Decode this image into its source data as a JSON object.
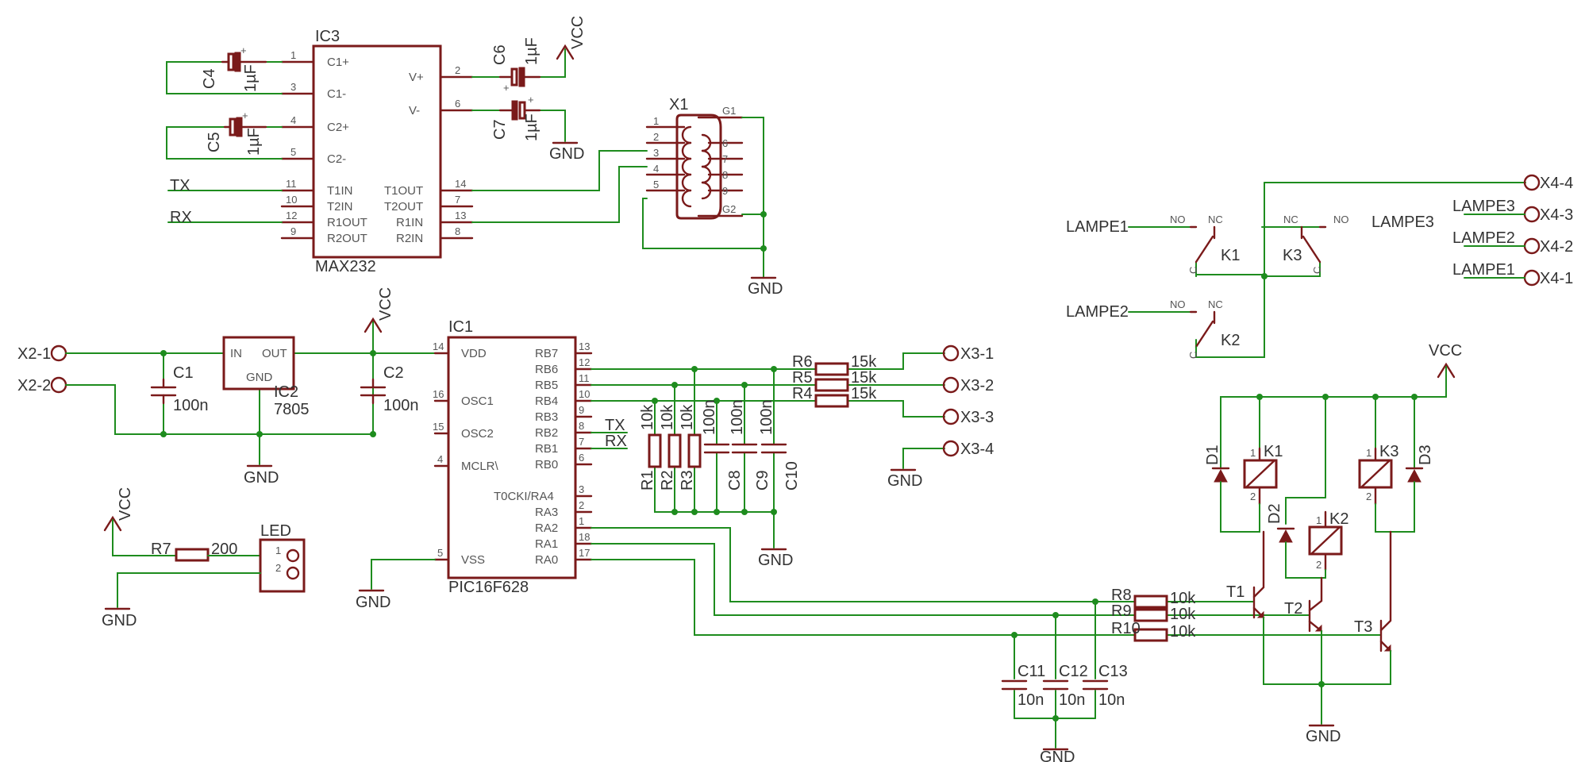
{
  "colors": {
    "wire": "#1e8c1e",
    "part": "#7a1a1a",
    "text": "#333333",
    "pin_text": "#555555",
    "background": "#ffffff"
  },
  "ic3": {
    "name": "IC3",
    "value": "MAX232",
    "left_pins": [
      {
        "no": "1",
        "name": "C1+"
      },
      {
        "no": "3",
        "name": "C1-"
      },
      {
        "no": "4",
        "name": "C2+"
      },
      {
        "no": "5",
        "name": "C2-"
      },
      {
        "no": "11",
        "name": "T1IN"
      },
      {
        "no": "10",
        "name": "T2IN"
      },
      {
        "no": "12",
        "name": "R1OUT"
      },
      {
        "no": "9",
        "name": "R2OUT"
      }
    ],
    "right_pins": [
      {
        "no": "2",
        "name": "V+"
      },
      {
        "no": "6",
        "name": "V-"
      },
      {
        "no": "14",
        "name": "T1OUT"
      },
      {
        "no": "7",
        "name": "T2OUT"
      },
      {
        "no": "13",
        "name": "R1IN"
      },
      {
        "no": "8",
        "name": "R2IN"
      }
    ]
  },
  "ic1": {
    "name": "IC1",
    "value": "PIC16F628",
    "left_pins": [
      {
        "no": "14",
        "name": "VDD"
      },
      {
        "no": "16",
        "name": "OSC1"
      },
      {
        "no": "15",
        "name": "OSC2"
      },
      {
        "no": "4",
        "name": "MCLR\\"
      },
      {
        "no": "5",
        "name": "VSS"
      }
    ],
    "right_pins": [
      {
        "no": "13",
        "name": "RB7"
      },
      {
        "no": "12",
        "name": "RB6"
      },
      {
        "no": "11",
        "name": "RB5"
      },
      {
        "no": "10",
        "name": "RB4"
      },
      {
        "no": "9",
        "name": "RB3"
      },
      {
        "no": "8",
        "name": "RB2"
      },
      {
        "no": "7",
        "name": "RB1"
      },
      {
        "no": "6",
        "name": "RB0"
      },
      {
        "no": "3",
        "name": "T0CKI/RA4"
      },
      {
        "no": "2",
        "name": "RA3"
      },
      {
        "no": "1",
        "name": "RA2"
      },
      {
        "no": "18",
        "name": "RA1"
      },
      {
        "no": "17",
        "name": "RA0"
      }
    ]
  },
  "ic2": {
    "name": "IC2",
    "value": "7805",
    "pin_in": "IN",
    "pin_out": "OUT",
    "pin_gnd": "GND"
  },
  "x1": {
    "name": "X1",
    "left_pins": [
      "1",
      "2",
      "3",
      "4",
      "5"
    ],
    "right_pins": [
      "6",
      "7",
      "8",
      "9"
    ],
    "g1": "G1",
    "g2": "G2"
  },
  "led": {
    "name": "LED",
    "pin1": "1",
    "pin2": "2"
  },
  "signals": {
    "tx": "TX",
    "rx": "RX",
    "vcc": "VCC",
    "gnd": "GND"
  },
  "connectors": {
    "x2_1": "X2-1",
    "x2_2": "X2-2",
    "x3_1": "X3-1",
    "x3_2": "X3-2",
    "x3_3": "X3-3",
    "x3_4": "X3-4",
    "x4_1": "X4-1",
    "x4_2": "X4-2",
    "x4_3": "X4-3",
    "x4_4": "X4-4"
  },
  "capacitors": {
    "c1": {
      "name": "C1",
      "value": "100n"
    },
    "c2": {
      "name": "C2",
      "value": "100n"
    },
    "c4": {
      "name": "C4",
      "value": "1µF"
    },
    "c5": {
      "name": "C5",
      "value": "1µF"
    },
    "c6": {
      "name": "C6",
      "value": "1µF"
    },
    "c7": {
      "name": "C7",
      "value": "1µF"
    },
    "c8": {
      "name": "C8",
      "value": "100n"
    },
    "c9": {
      "name": "C9",
      "value": "100n"
    },
    "c10": {
      "name": "C10",
      "value": "100n"
    },
    "c11": {
      "name": "C11",
      "value": "10n"
    },
    "c12": {
      "name": "C12",
      "value": "10n"
    },
    "c13": {
      "name": "C13",
      "value": "10n"
    }
  },
  "resistors": {
    "r1": {
      "name": "R1",
      "value": "10k"
    },
    "r2": {
      "name": "R2",
      "value": "10k"
    },
    "r3": {
      "name": "R3",
      "value": "10k"
    },
    "r4": {
      "name": "R4",
      "value": "15k"
    },
    "r5": {
      "name": "R5",
      "value": "15k"
    },
    "r6": {
      "name": "R6",
      "value": "15k"
    },
    "r7": {
      "name": "R7",
      "value": "200"
    },
    "r8": {
      "name": "R8",
      "value": "10k"
    },
    "r9": {
      "name": "R9",
      "value": "10k"
    },
    "r10": {
      "name": "R10",
      "value": "10k"
    }
  },
  "transistors": {
    "t1": "T1",
    "t2": "T2",
    "t3": "T3"
  },
  "diodes": {
    "d1": "D1",
    "d2": "D2",
    "d3": "D3"
  },
  "relays": {
    "k1": "K1",
    "k2": "K2",
    "k3": "K3",
    "coil_pin1": "1",
    "coil_pin2": "2",
    "contact_no": "NO",
    "contact_nc": "NC",
    "contact_c": "C"
  },
  "lamps": {
    "lampe1": "LAMPE1",
    "lampe2": "LAMPE2",
    "lampe3": "LAMPE3"
  }
}
